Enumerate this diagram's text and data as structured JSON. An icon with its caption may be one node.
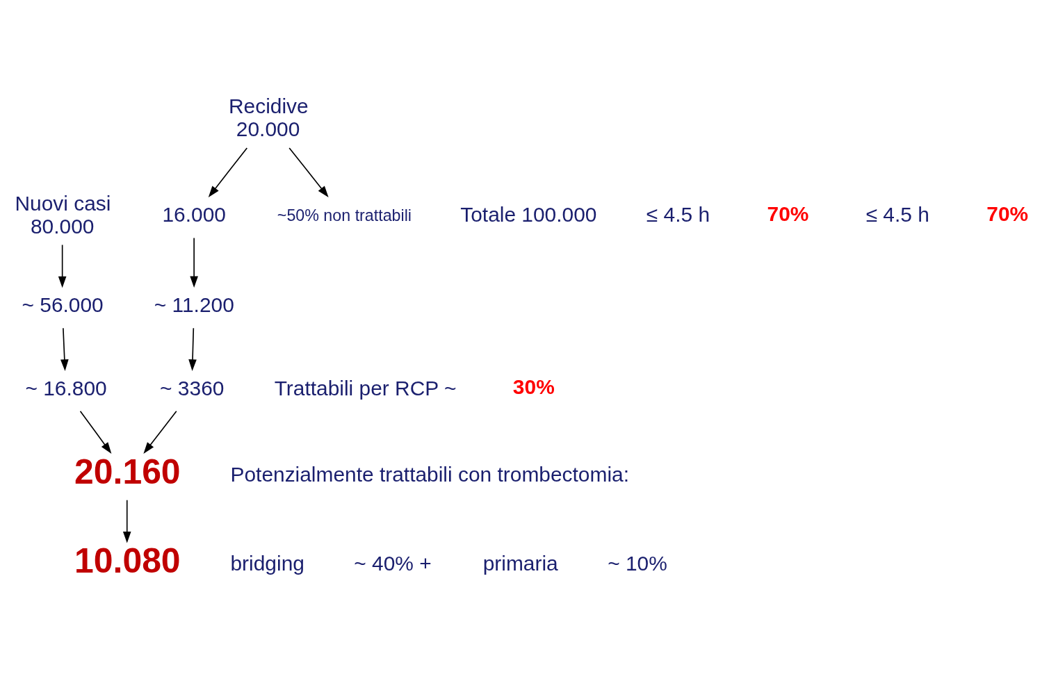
{
  "diagram": {
    "nodes": [
      {
        "text": [
          "Nuovi casi",
          "80.000"
        ]
      },
      {
        "text": [
          "Recidive",
          "20.000"
        ]
      },
      {
        "text": [
          "16.000"
        ]
      },
      {
        "text": [
          "~50% non trattabili"
        ]
      },
      {
        "text": [
          "~ 56.000"
        ]
      },
      {
        "text": [
          "~ 11.200"
        ]
      },
      {
        "text": [
          "~ 16.800"
        ]
      },
      {
        "text": [
          "~ 3360"
        ]
      },
      {
        "text": [
          "20.160"
        ]
      },
      {
        "text": [
          "10.080"
        ]
      }
    ],
    "edges": [
      {
        "from": 0,
        "to": 4,
        "arrow": "to"
      },
      {
        "from": 1,
        "to": 2,
        "arrow": "to"
      },
      {
        "from": 1,
        "to": 3,
        "arrow": "to"
      },
      {
        "from": 2,
        "to": 5,
        "arrow": "to"
      },
      {
        "from": 4,
        "to": 6,
        "arrow": "to"
      },
      {
        "from": 5,
        "to": 7,
        "arrow": "to"
      },
      {
        "from": 6,
        "to": 8,
        "arrow": "to"
      },
      {
        "from": 7,
        "to": 8,
        "arrow": "to"
      },
      {
        "from": 8,
        "to": 9,
        "arrow": "to"
      }
    ],
    "labels": [
      "Totale 100.000",
      "≤ 4.5 h",
      "70%",
      "≤ 4.5 h",
      "70%",
      "Trattabili per RCP ~",
      "30%",
      "Potenzialmente trattabili con trombectomia:",
      "bridging",
      "~ 40% +",
      "primaria",
      "~ 10%"
    ]
  }
}
